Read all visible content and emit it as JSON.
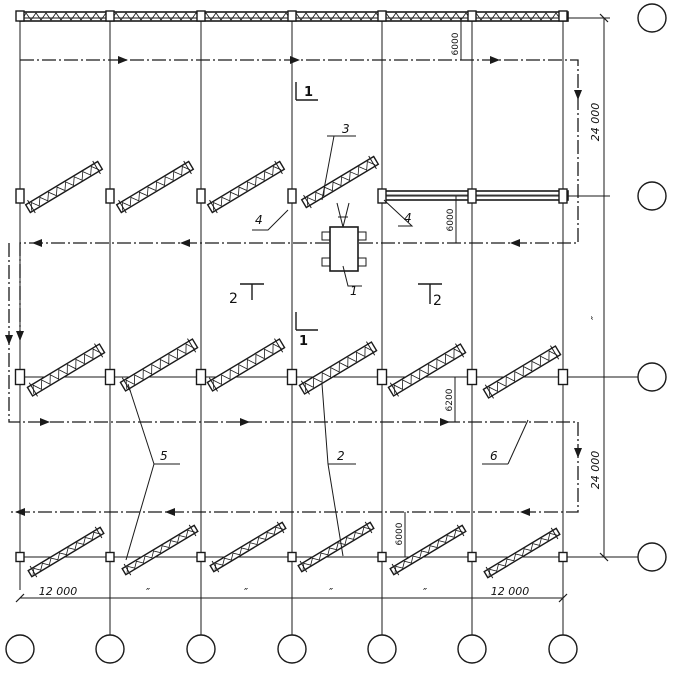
{
  "drawing": {
    "spans_bottom": [
      "12 000",
      "″",
      "″",
      "″",
      "″",
      "12 000"
    ],
    "dims_right": [
      "24 000",
      "″",
      "24 000"
    ],
    "dims_inner": [
      "6000",
      "6000",
      "6200",
      "6000"
    ],
    "section_marks": [
      {
        "label": "1",
        "arrow": "down"
      },
      {
        "label": "1",
        "arrow": "up"
      },
      {
        "label": "2",
        "arrow": "up"
      },
      {
        "label": "2",
        "arrow": "up"
      }
    ],
    "callouts": [
      "1",
      "2",
      "3",
      "4",
      "4",
      "5",
      "6"
    ]
  },
  "colors": {
    "ink": "#1a1a1a",
    "paper": "#ffffff"
  },
  "icons": [
    "axis-bubble",
    "column-marker",
    "truss-element",
    "crane",
    "direction-arrow"
  ]
}
